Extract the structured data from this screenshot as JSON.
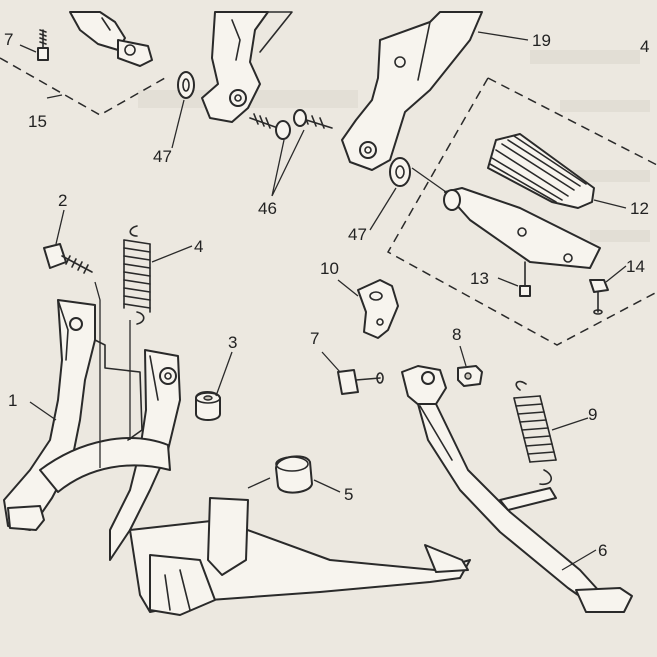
{
  "callouts": {
    "c1": "1",
    "c2": "2",
    "c3": "3",
    "c4": "4",
    "c4b": "4",
    "c5": "5",
    "c6": "6",
    "c7a": "7",
    "c7b": "7",
    "c8": "8",
    "c9": "9",
    "c10": "10",
    "c12": "12",
    "c13": "13",
    "c14": "14",
    "c15": "15",
    "c19": "19",
    "c46": "46",
    "c47a": "47",
    "c47b": "47"
  },
  "colors": {
    "paper": "#ece8e0",
    "ink": "#2a2a2a",
    "part_fill": "#f7f4ee"
  }
}
